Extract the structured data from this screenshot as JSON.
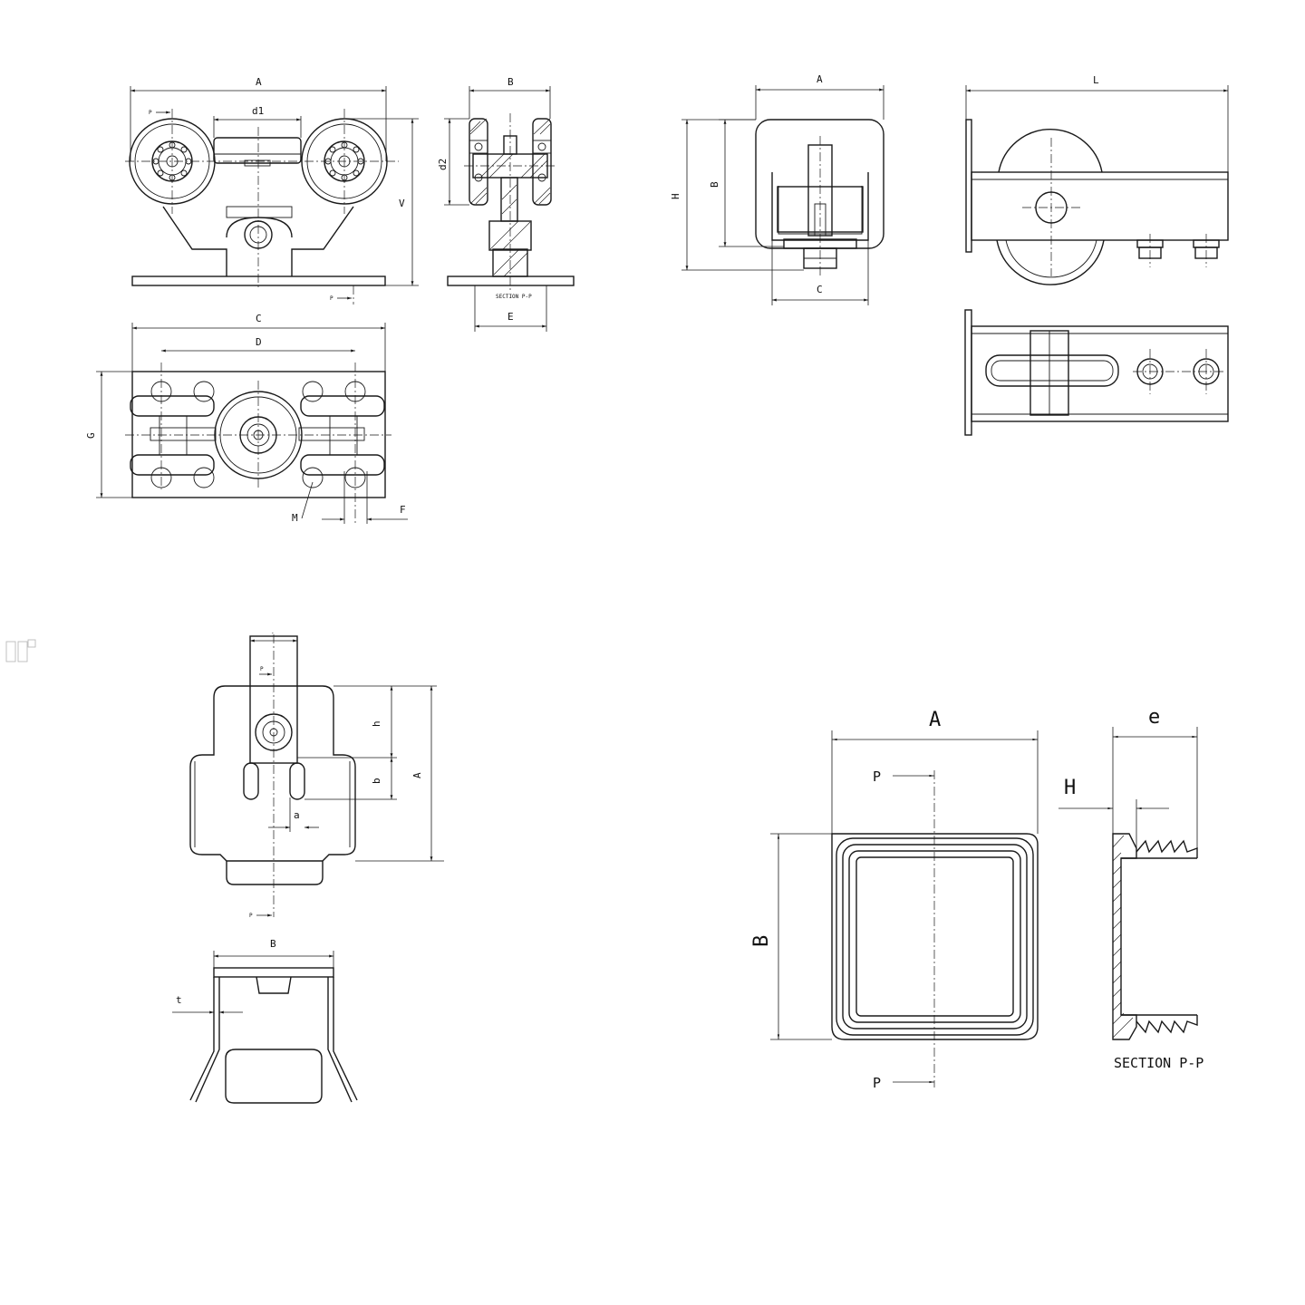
{
  "drawing1": {
    "top": {
      "A": "A",
      "d1": "d1",
      "V": "V",
      "P1": "P",
      "P2": "P"
    },
    "section": {
      "B": "B",
      "d2": "d2",
      "E": "E",
      "title": "SECTION P-P"
    },
    "plan": {
      "C": "C",
      "D": "D",
      "G": "G",
      "M": "M",
      "F": "F"
    }
  },
  "drawing2": {
    "front": {
      "A": "A",
      "B": "B",
      "H": "H",
      "C": "C"
    },
    "side": {
      "L": "L"
    }
  },
  "drawing3": {
    "front": {
      "dash": "-",
      "P1": "P",
      "P2": "P",
      "h": "h",
      "b": "b",
      "a": "a",
      "A": "A"
    },
    "top": {
      "B": "B",
      "t": "t"
    }
  },
  "drawing4": {
    "front": {
      "A": "A",
      "B": "B",
      "P1": "P",
      "P2": "P"
    },
    "section": {
      "e": "e",
      "H": "H",
      "title": "SECTION P-P"
    }
  }
}
